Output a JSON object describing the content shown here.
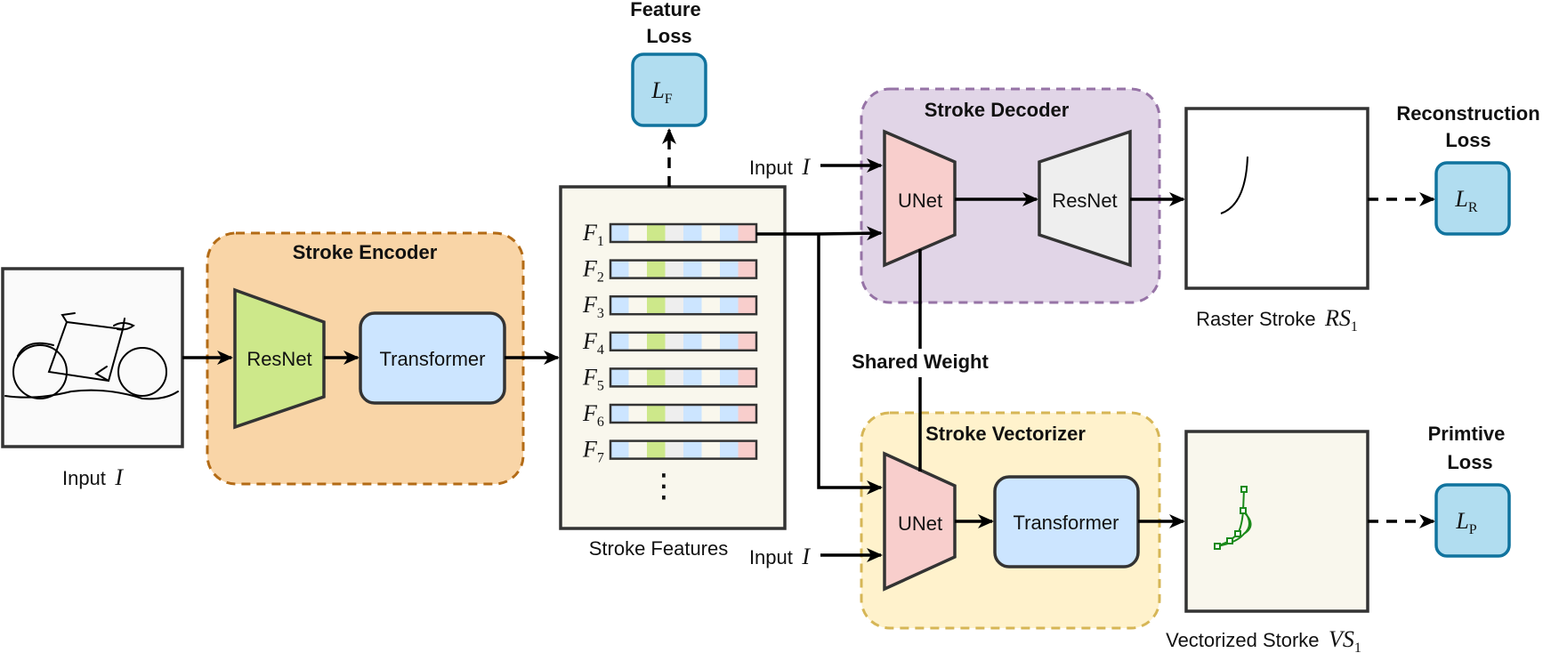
{
  "colors": {
    "encoder_bg": "#f9d5a7",
    "encoder_border": "#b36b16",
    "decoder_bg": "#e1d5e7",
    "decoder_border": "#9673a6",
    "vectorizer_bg": "#fff2cc",
    "vectorizer_border": "#d6b656",
    "resnet_green": "#cde88a",
    "transformer_blue": "#cce5ff",
    "unet_pink": "#f8cecc",
    "resnet_gray": "#eeeeee",
    "loss_blue": "#b1ddf0",
    "loss_border": "#10739e",
    "features_bg": "#f9f7ed"
  },
  "labels": {
    "input_caption": "Input",
    "input_var": "I",
    "stroke_encoder": "Stroke Encoder",
    "resnet": "ResNet",
    "transformer": "Transformer",
    "stroke_features": "Stroke Features",
    "vdots": "⋮",
    "feature_loss_line1": "Feature",
    "feature_loss_line2": "Loss",
    "loss_f_main": "L",
    "loss_f_sub": "F",
    "stroke_decoder": "Stroke Decoder",
    "unet": "UNet",
    "decoder_resnet": "ResNet",
    "input_top": "Input",
    "input_top_var": "I",
    "raster_stroke": "Raster Stroke",
    "raster_var_main": "RS",
    "raster_var_sub": "1",
    "reconstruction_line1": "Reconstruction",
    "reconstruction_line2": "Loss",
    "loss_r_main": "L",
    "loss_r_sub": "R",
    "shared_weight": "Shared Weight",
    "stroke_vectorizer": "Stroke Vectorizer",
    "vec_unet": "UNet",
    "vec_transformer": "Transformer",
    "input_bottom": "Input",
    "input_bottom_var": "I",
    "vectorized_stroke": "Vectorized Storke",
    "vec_var_main": "VS",
    "vec_var_sub": "1",
    "primitive_line1": "Primtive",
    "primitive_line2": "Loss",
    "loss_p_main": "L",
    "loss_p_sub": "P"
  },
  "features": [
    {
      "main": "F",
      "sub": "1"
    },
    {
      "main": "F",
      "sub": "2"
    },
    {
      "main": "F",
      "sub": "3"
    },
    {
      "main": "F",
      "sub": "4"
    },
    {
      "main": "F",
      "sub": "5"
    },
    {
      "main": "F",
      "sub": "6"
    },
    {
      "main": "F",
      "sub": "7"
    }
  ],
  "feature_cell_colors": [
    "#cce5ff",
    "#f9f7ed",
    "#cde88a",
    "#eeeeee",
    "#cce5ff",
    "#f9f7ed",
    "#cce5ff",
    "#f8cecc"
  ]
}
